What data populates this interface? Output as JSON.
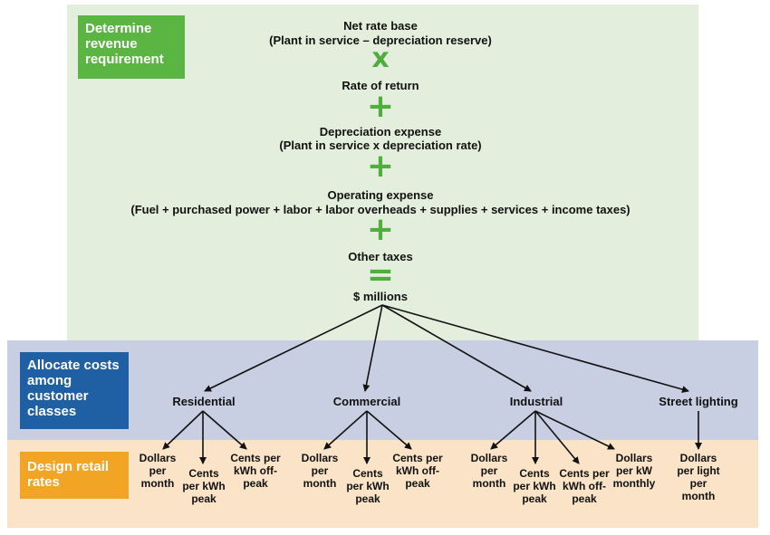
{
  "colors": {
    "green_panel": "#e3efdc",
    "blue_panel": "#c9cfe3",
    "orange_panel": "#fae3c7",
    "green_box": "#5bb543",
    "blue_box": "#1f5fa4",
    "orange_box": "#f2a424",
    "operator": "#4fae3d"
  },
  "steps": {
    "revenue": "Determine revenue requirement",
    "allocate": "Allocate costs among customer classes",
    "design": "Design retail rates"
  },
  "formula": {
    "net_rate_base": "Net rate base",
    "net_rate_base_sub": "(Plant in service – depreciation reserve)",
    "op1": "x",
    "rate_of_return": "Rate of return",
    "op2": "+",
    "depreciation_expense": "Depreciation expense",
    "depreciation_expense_sub": "(Plant in service x depreciation rate)",
    "op3": "+",
    "operating_expense": "Operating expense",
    "operating_expense_sub": "(Fuel + purchased power + labor + labor overheads + supplies + services + income taxes)",
    "op4": "+",
    "other_taxes": "Other taxes",
    "op5": "=",
    "result": "$ millions"
  },
  "classes": [
    "Residential",
    "Commercial",
    "Industrial",
    "Street lighting"
  ],
  "rates": {
    "residential": [
      "Dollars per month",
      "Cents per kWh peak",
      "Cents per kWh off-peak"
    ],
    "commercial": [
      "Dollars per month",
      "Cents per kWh peak",
      "Cents per kWh off-peak"
    ],
    "industrial": [
      "Dollars per month",
      "Cents per kWh peak",
      "Cents per kWh off-peak",
      "Dollars per kW monthly"
    ],
    "street_lighting": [
      "Dollars per light per month"
    ]
  }
}
